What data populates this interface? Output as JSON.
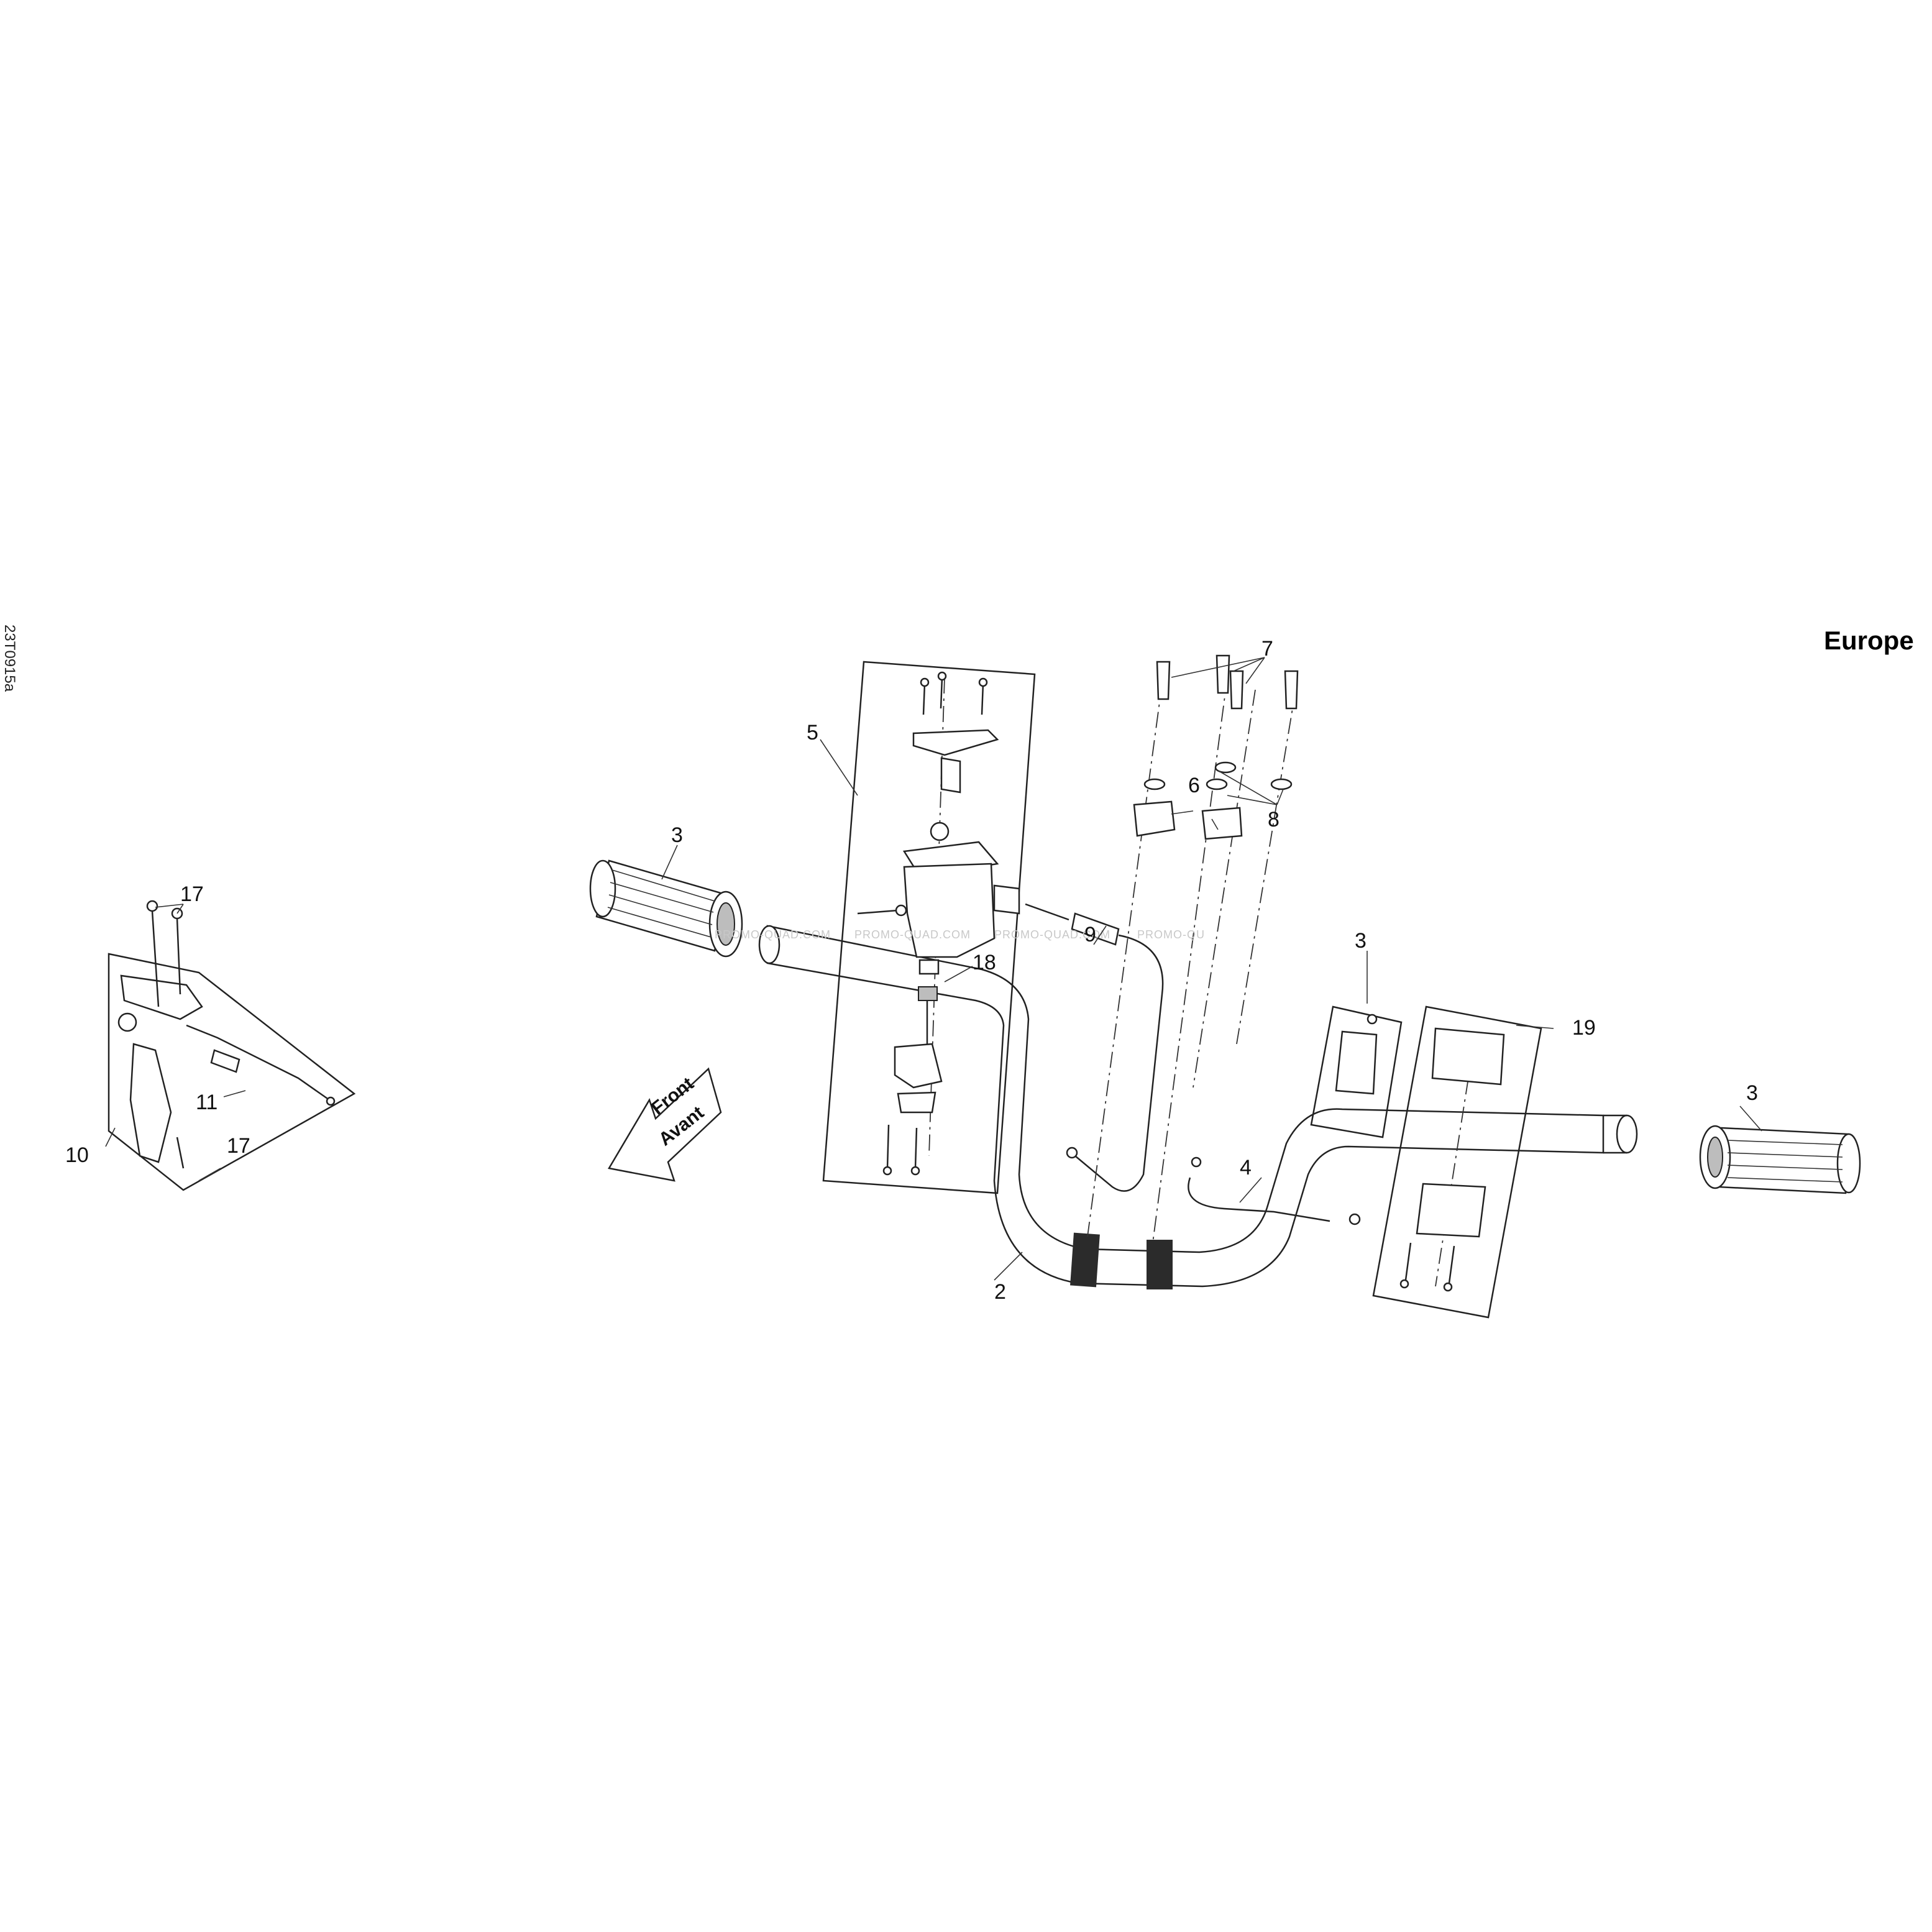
{
  "diagram": {
    "region": "Europe",
    "drawing_code": "23T0915a",
    "watermark": "PROMO-QUAD.COM",
    "watermark_partial": "PROMO-QU",
    "direction_arrow": {
      "line1": "Front",
      "line2": "Avant"
    },
    "callouts": {
      "c2": "2",
      "c3": "3",
      "c4": "4",
      "c5": "5",
      "c6": "6",
      "c7": "7",
      "c8": "8",
      "c9": "9",
      "c10": "10",
      "c11": "11",
      "c17": "17",
      "c18": "18",
      "c19": "19"
    }
  }
}
